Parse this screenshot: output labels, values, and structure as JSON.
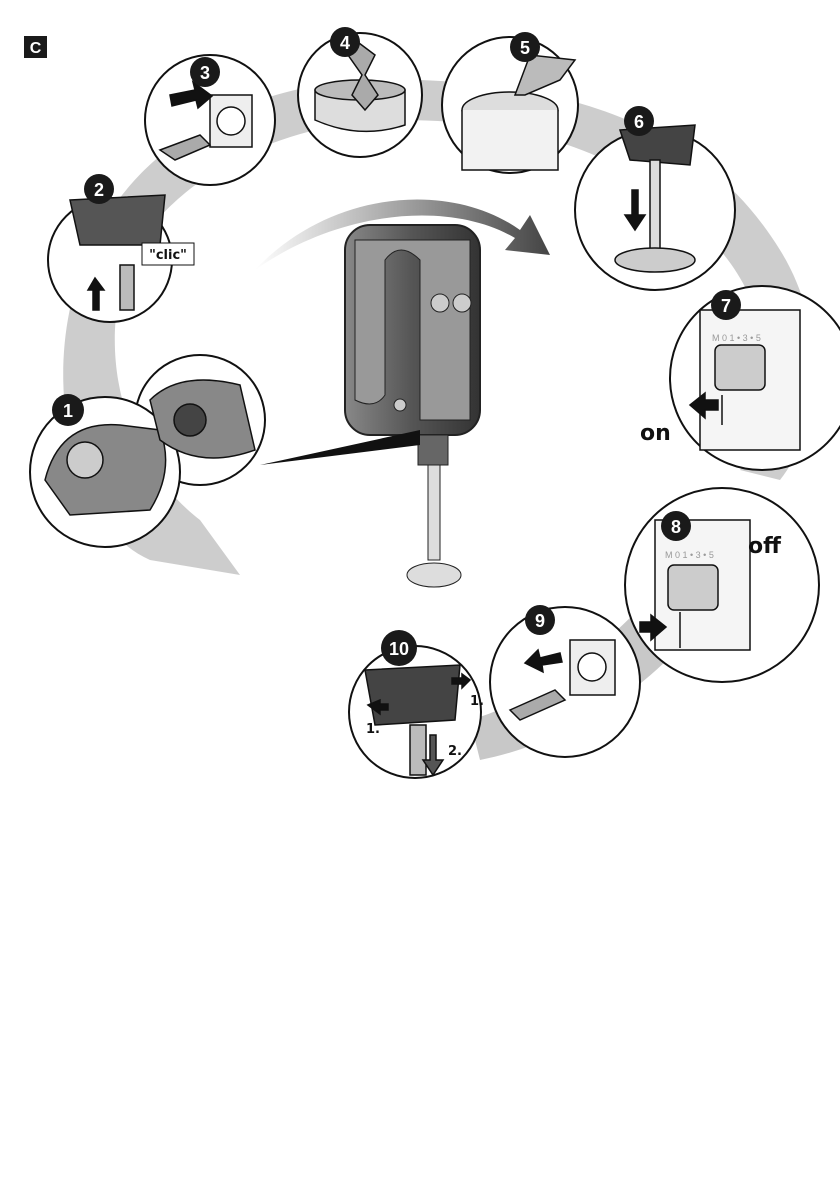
{
  "section_label": "C",
  "steps": [
    {
      "number": "1"
    },
    {
      "number": "2",
      "sound": "\"clic\""
    },
    {
      "number": "3"
    },
    {
      "number": "4"
    },
    {
      "number": "5"
    },
    {
      "number": "6"
    },
    {
      "number": "7",
      "switch_scale": "M 0 1 • 3 • 5",
      "state": "on"
    },
    {
      "number": "8",
      "switch_scale": "M 0 1 • 3 • 5",
      "state": "off"
    },
    {
      "number": "9"
    },
    {
      "number": "10",
      "sub_step_1a": "1.",
      "sub_step_1b": "1.",
      "sub_step_2": "2."
    }
  ],
  "colors": {
    "badge": "#1a1a1a",
    "path_shadow": "#c8c8c8",
    "appliance": "#555555",
    "arrow": "#111111"
  }
}
